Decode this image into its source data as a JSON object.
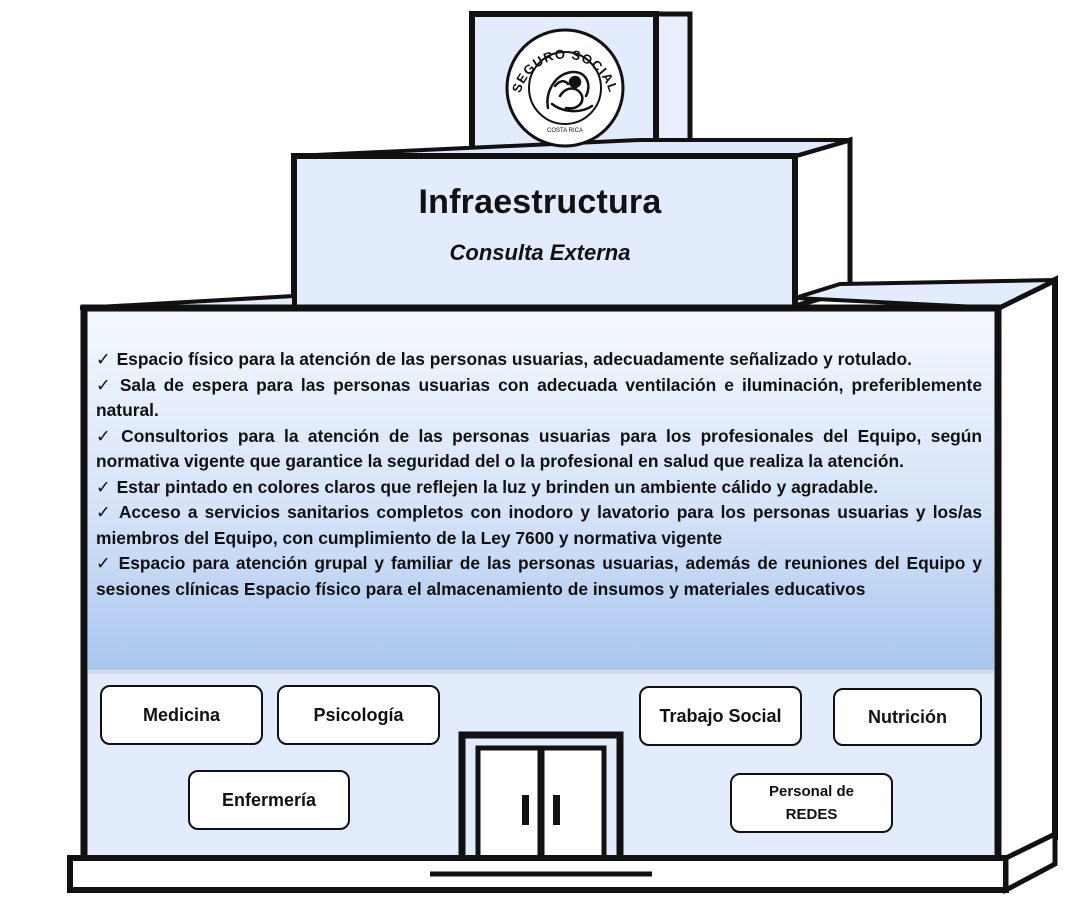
{
  "logo": {
    "text": "SEGURO SOCIAL",
    "subtext": "COSTA RICA"
  },
  "building": {
    "title": "Infraestructura",
    "subtitle": "Consulta Externa"
  },
  "requirements": {
    "items": [
      "Espacio físico para la atención de las personas usuarias, adecuadamente señalizado y rotulado.",
      "Sala de espera para las personas usuarias con adecuada ventilación e iluminación, preferiblemente natural.",
      "Consultorios para la atención de las personas usuarias para los profesionales del Equipo, según normativa vigente que garantice la seguridad del o la profesional en salud que realiza la atención.",
      "Estar pintado en colores claros que reflejen la luz y brinden un ambiente cálido y agradable.",
      "Acceso a servicios sanitarios completos con inodoro y lavatorio para los personas usuarias y los/as miembros del Equipo, con cumplimiento de la Ley 7600 y normativa vigente",
      "Espacio para atención grupal y familiar de las personas usuarias, además de reuniones del Equipo y sesiones clínicas Espacio físico para el almacenamiento de insumos y materiales educativos"
    ]
  },
  "services": {
    "medicina": "Medicina",
    "psicologia": "Psicología",
    "trabajo_social": "Trabajo Social",
    "nutricion": "Nutrición",
    "enfermeria": "Enfermería",
    "personal_redes_line1": "Personal de",
    "personal_redes_line2": "REDES"
  },
  "colors": {
    "wall": "#e2ecfc",
    "wall_side": "#ffffff",
    "banner_top": "#f4f8fe",
    "banner_bottom": "#a9c6ef",
    "outline": "#111111"
  }
}
